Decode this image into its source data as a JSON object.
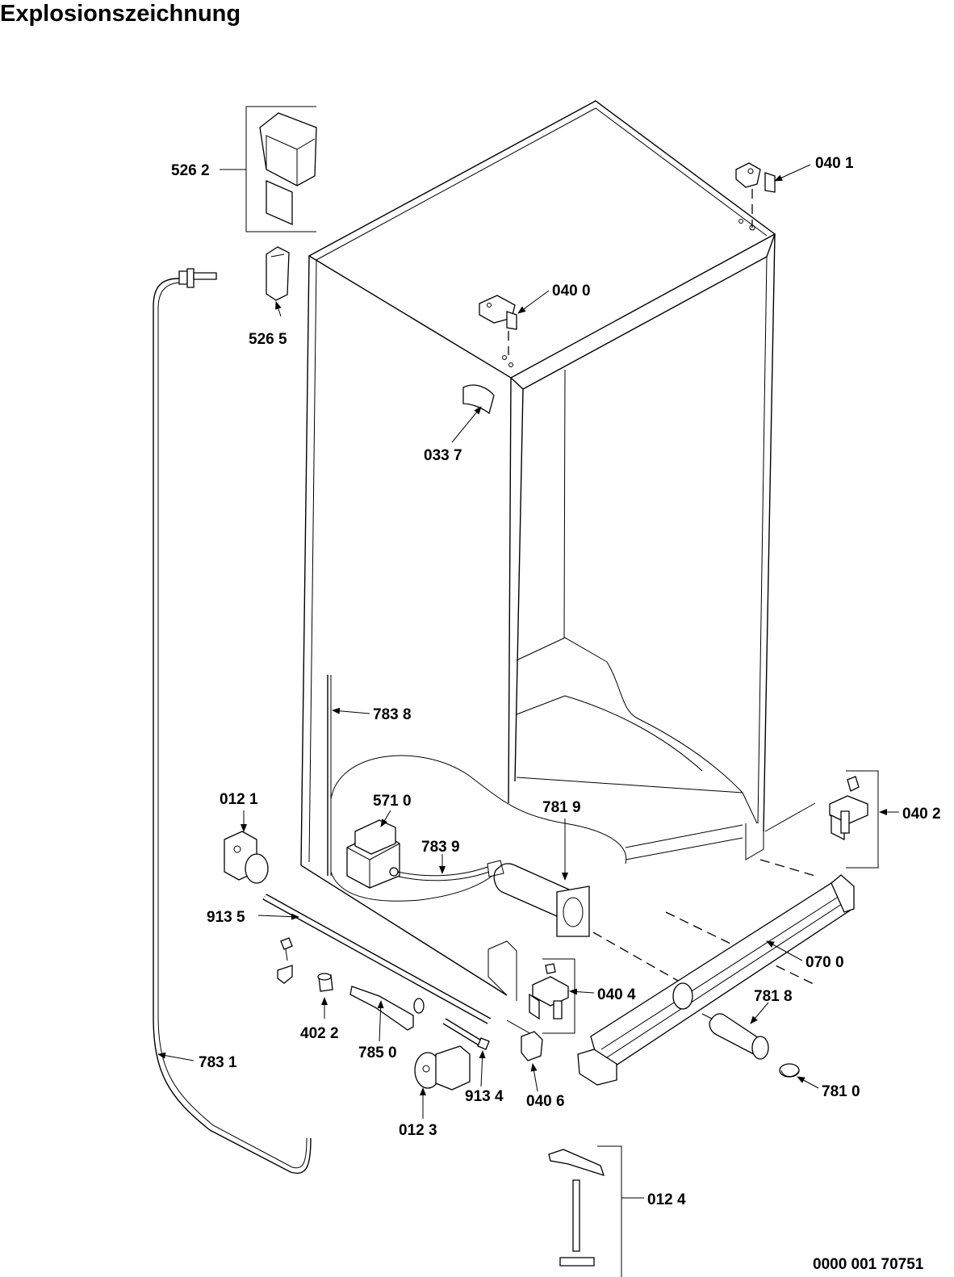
{
  "title": "Explosionszeichnung",
  "document_number": "0000 001 70751",
  "callouts": [
    {
      "id": "526_2",
      "label": "526 2"
    },
    {
      "id": "526_5",
      "label": "526 5"
    },
    {
      "id": "040_1",
      "label": "040 1"
    },
    {
      "id": "040_0",
      "label": "040 0"
    },
    {
      "id": "033_7",
      "label": "033 7"
    },
    {
      "id": "783_8",
      "label": "783 8"
    },
    {
      "id": "012_1",
      "label": "012 1"
    },
    {
      "id": "571_0",
      "label": "571 0"
    },
    {
      "id": "781_9",
      "label": "781 9"
    },
    {
      "id": "783_9",
      "label": "783 9"
    },
    {
      "id": "040_2",
      "label": "040 2"
    },
    {
      "id": "913_5",
      "label": "913 5"
    },
    {
      "id": "040_4",
      "label": "040 4"
    },
    {
      "id": "070_0",
      "label": "070 0"
    },
    {
      "id": "781_8",
      "label": "781 8"
    },
    {
      "id": "402_2",
      "label": "402 2"
    },
    {
      "id": "785_0",
      "label": "785 0"
    },
    {
      "id": "783_1",
      "label": "783 1"
    },
    {
      "id": "913_4",
      "label": "913 4"
    },
    {
      "id": "040_6",
      "label": "040 6"
    },
    {
      "id": "781_0",
      "label": "781 0"
    },
    {
      "id": "012_3",
      "label": "012 3"
    },
    {
      "id": "012_4",
      "label": "012 4"
    }
  ]
}
